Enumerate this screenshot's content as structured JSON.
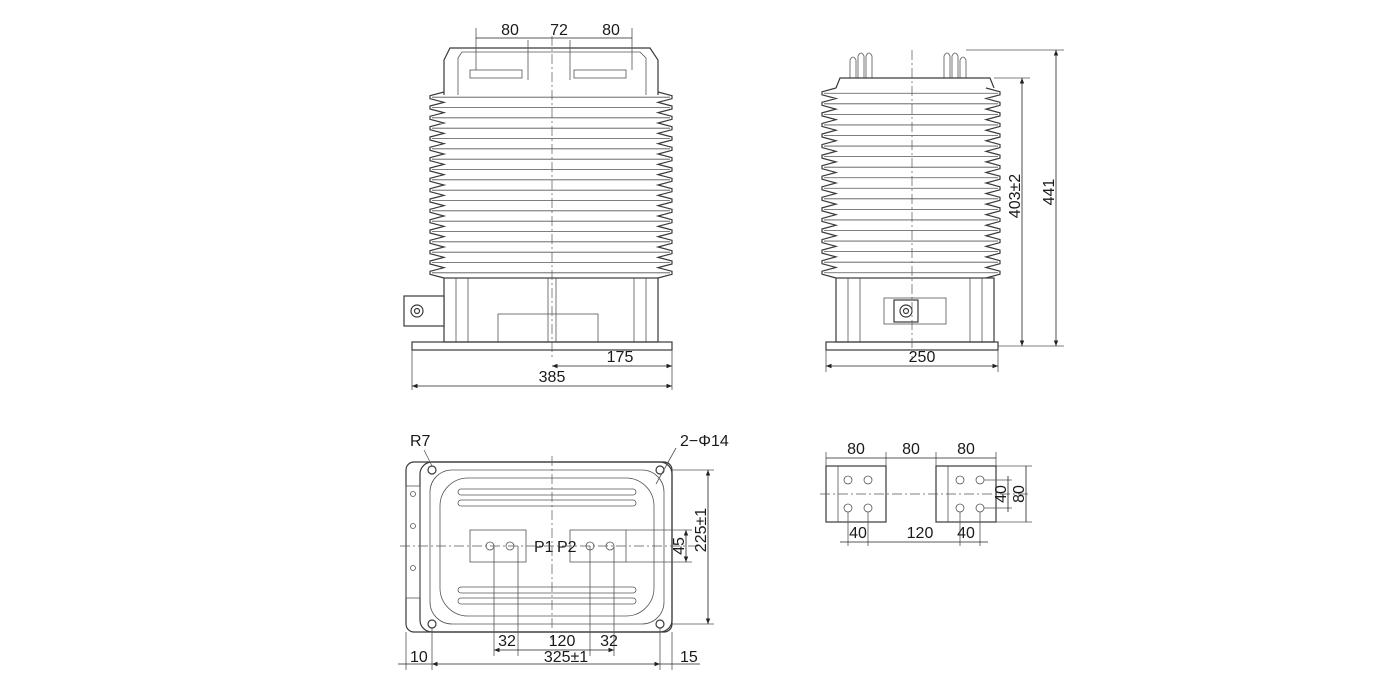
{
  "front_view": {
    "top_terminal_spacing": [
      "80",
      "72",
      "80"
    ],
    "dim_offset": "175",
    "dim_width": "385"
  },
  "side_view": {
    "dim_height_body": "403±2",
    "dim_height_total": "441",
    "dim_base": "250"
  },
  "plan_view": {
    "corner_radius": "R7",
    "mount_holes": "2−Φ14",
    "primary_terminal_1": "P1",
    "primary_terminal_2": "P2",
    "dim_terminal_offset": "45",
    "dim_depth": "225±1",
    "dim_bottom": [
      "32",
      "120",
      "32"
    ],
    "dim_hole_spacing": "325±1",
    "dim_left_edge": "10",
    "dim_right_edge": "15"
  },
  "terminal_detail": {
    "top_dims": [
      "80",
      "80",
      "80"
    ],
    "bottom_dims": [
      "40",
      "120",
      "40"
    ],
    "dim_hole_pitch": "40",
    "dim_plate_height": "80"
  },
  "colors": {
    "line": "#3a3a3a",
    "text": "#1a1a1a",
    "background": "#ffffff"
  }
}
